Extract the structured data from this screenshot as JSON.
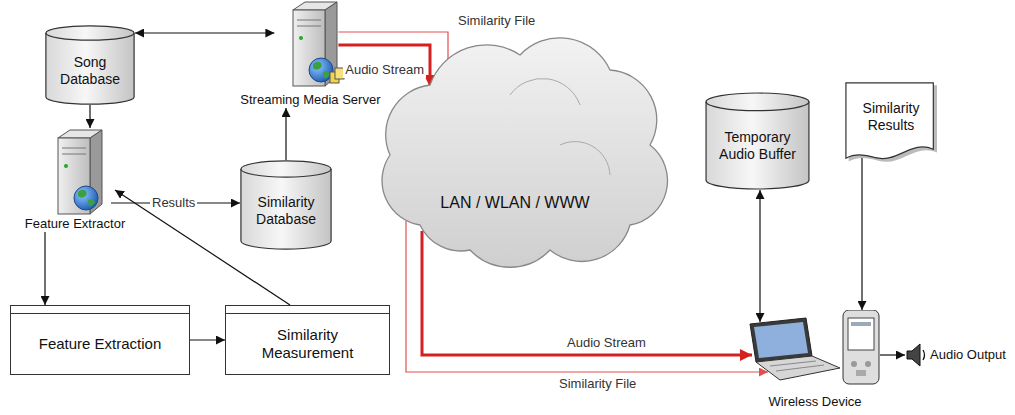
{
  "diagram": {
    "nodes": [
      {
        "text": [
          "Song Database"
        ]
      },
      {
        "text": [
          "Streaming Media Server"
        ]
      },
      {
        "text": [
          "Feature Extractor"
        ]
      },
      {
        "text": [
          "Similarity Database"
        ]
      },
      {
        "text": [
          "Feature Extraction"
        ]
      },
      {
        "text": [
          "Similarity Measurement"
        ]
      },
      {
        "text": [
          "LAN / WLAN / WWW"
        ]
      },
      {
        "text": [
          "Temporary Audio Buffer"
        ]
      },
      {
        "text": [
          "Similarity Results"
        ]
      },
      {
        "text": [
          "Wireless Device"
        ]
      },
      {
        "text": [
          "Audio Output"
        ]
      }
    ],
    "edges": [
      {
        "from": 0,
        "to": 1,
        "arrow": "both"
      },
      {
        "from": 0,
        "to": 2,
        "arrow": "to"
      },
      {
        "from": 3,
        "to": 1,
        "arrow": "to"
      },
      {
        "from": 2,
        "to": 3,
        "label": "Results",
        "arrow": "to"
      },
      {
        "from": 2,
        "to": 4,
        "arrow": "to"
      },
      {
        "from": 4,
        "to": 5,
        "arrow": "to"
      },
      {
        "from": 5,
        "to": 2,
        "arrow": "to"
      },
      {
        "from": 1,
        "to": 6,
        "label": "Audio Stream",
        "arrow": "to"
      },
      {
        "from": 1,
        "to": 6,
        "label": "Similarity File",
        "arrow": "to"
      },
      {
        "from": 6,
        "to": 9,
        "label": "Audio Stream",
        "arrow": "to"
      },
      {
        "from": 6,
        "to": 9,
        "label": "Similarity File",
        "arrow": "to"
      },
      {
        "from": 7,
        "to": 9,
        "arrow": "both"
      },
      {
        "from": 8,
        "to": 9,
        "arrow": "to"
      },
      {
        "from": 9,
        "to": 10,
        "arrow": "to"
      }
    ]
  }
}
